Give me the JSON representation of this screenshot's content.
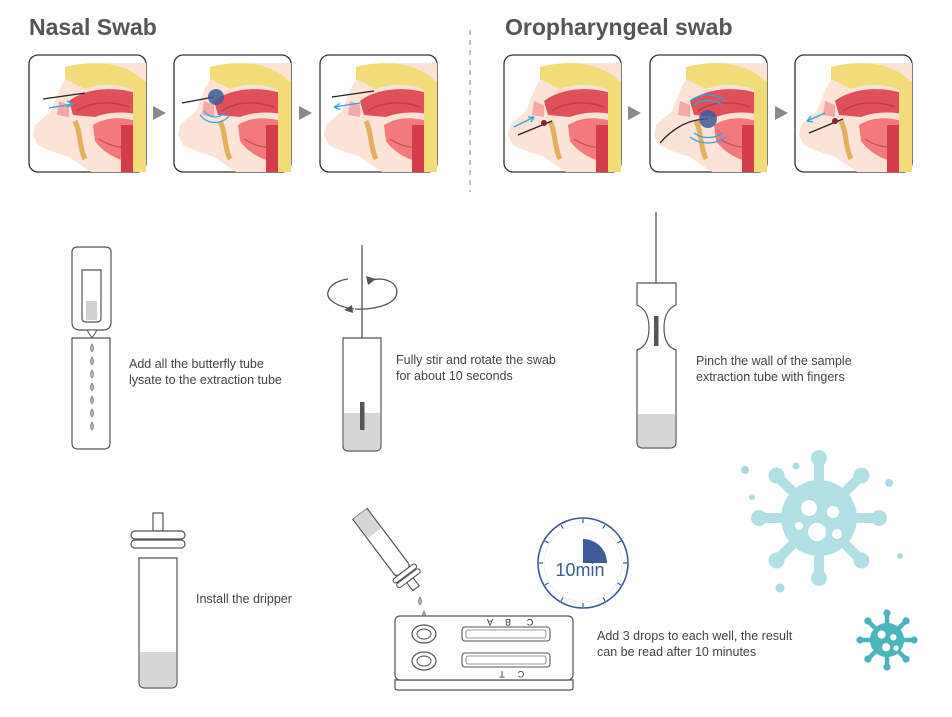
{
  "sections": {
    "nasal": {
      "title": "Nasal Swab"
    },
    "oropharyngeal": {
      "title": "Oropharyngeal swab"
    }
  },
  "steps": [
    {
      "line1": "Add all the butterfly tube",
      "line2": "lysate to the extraction tube"
    },
    {
      "line1": "Fully stir and rotate the swab",
      "line2": "for about 10 seconds"
    },
    {
      "line1": "Pinch the wall of the sample",
      "line2": "extraction tube with fingers"
    },
    {
      "line1": "Install the dripper"
    },
    {
      "line1": "Add 3 drops to each well, the result",
      "line2": "can be read after 10 minutes"
    }
  ],
  "timer": {
    "label": "10min",
    "elapsed_fraction": 0.25
  },
  "cassette": {
    "top_letters": [
      "C",
      "B",
      "A"
    ],
    "bottom_letters": [
      "C",
      "T"
    ]
  },
  "colors": {
    "heading": "#555555",
    "tissue_red": "#e0505a",
    "bone_yellow": "#f2dc7a",
    "accent_blue": "#3d5b96",
    "virus_light": "#a9dce0",
    "virus_teal": "#4bb5bb",
    "liquid_gray": "#d6d6d6"
  },
  "icons": [
    "rotate-arrow-icon",
    "timer-icon",
    "virus-icon"
  ]
}
